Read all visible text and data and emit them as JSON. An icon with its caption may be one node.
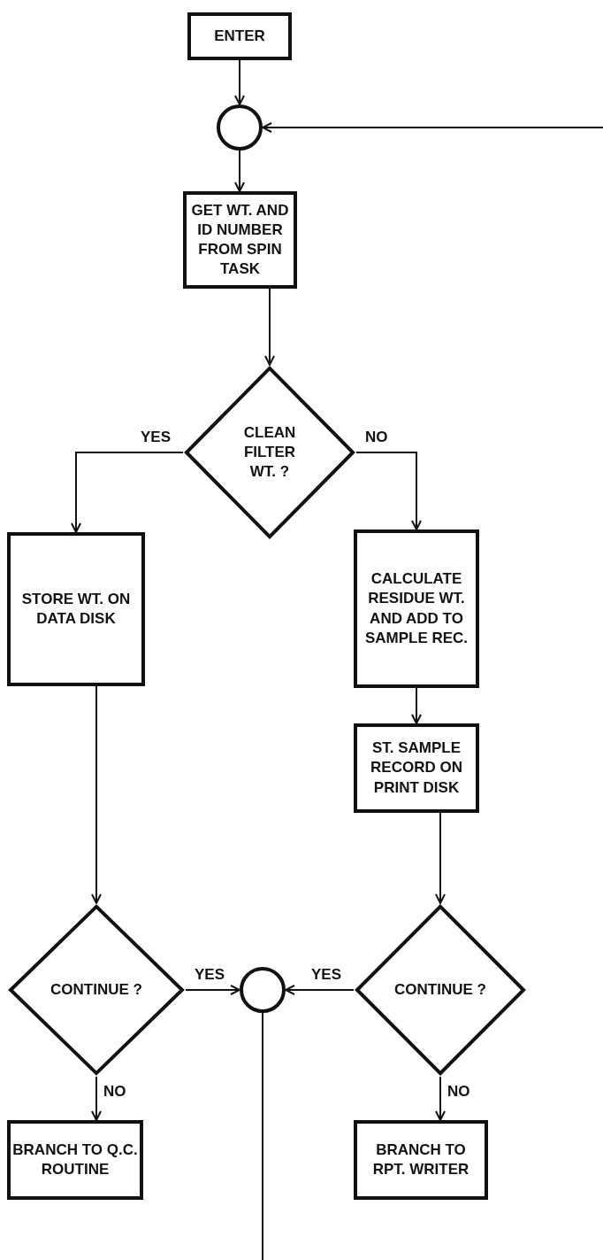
{
  "diagram": {
    "nodes": [
      {
        "text": [
          "ENTER"
        ]
      },
      {
        "text": [],
        "shape": "circle"
      },
      {
        "text": [
          "GET WT. AND ID NUMBER FROM SPIN TASK"
        ]
      },
      {
        "text": [
          "CLEAN FILTER WT. ?"
        ]
      },
      {
        "text": [
          "STORE WT. ON DATA DISK"
        ]
      },
      {
        "text": [
          "CALCULATE RESIDUE WT. AND ADD TO SAMPLE REC."
        ]
      },
      {
        "text": [
          "ST. SAMPLE RECORD ON PRINT DISK"
        ]
      },
      {
        "text": [
          "CONTINUE ?"
        ]
      },
      {
        "text": [],
        "shape": "circle"
      },
      {
        "text": [
          "CONTINUE ?"
        ]
      },
      {
        "text": [
          "BRANCH TO Q.C. ROUTINE"
        ]
      },
      {
        "text": [
          "BRANCH TO RPT. WRITER"
        ]
      }
    ],
    "edges": [
      {
        "from": 0,
        "to": 1,
        "arrow": "to"
      },
      {
        "from": null,
        "to": 1,
        "arrow": "to"
      },
      {
        "from": 1,
        "to": 2,
        "arrow": "to"
      },
      {
        "from": 2,
        "to": 3,
        "arrow": "to"
      },
      {
        "from": 3,
        "to": 4,
        "arrow": "to",
        "label": "YES"
      },
      {
        "from": 3,
        "to": 5,
        "arrow": "to",
        "label": "NO"
      },
      {
        "from": 4,
        "to": 7,
        "arrow": "to"
      },
      {
        "from": 5,
        "to": 6,
        "arrow": "to"
      },
      {
        "from": 6,
        "to": 9,
        "arrow": "to"
      },
      {
        "from": 7,
        "to": 8,
        "arrow": "to",
        "label": "YES"
      },
      {
        "from": 9,
        "to": 8,
        "arrow": "to",
        "label": "YES"
      },
      {
        "from": 7,
        "to": 10,
        "arrow": "to",
        "label": "NO"
      },
      {
        "from": 9,
        "to": 11,
        "arrow": "to",
        "label": "NO"
      },
      {
        "from": 8,
        "to": null,
        "arrow": "none"
      }
    ]
  }
}
